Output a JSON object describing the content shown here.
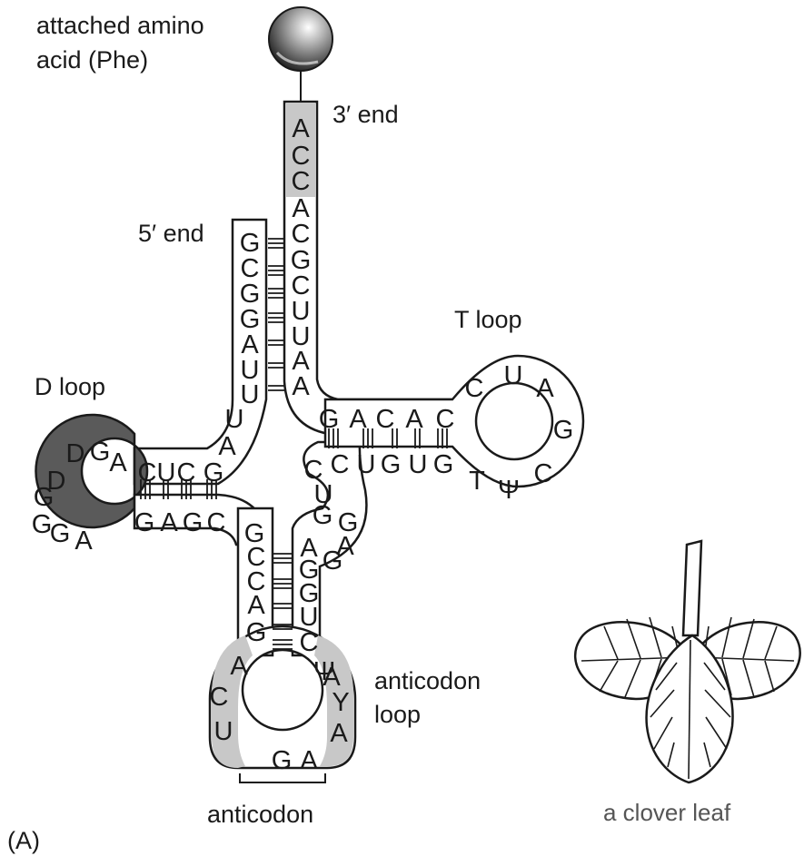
{
  "labels": {
    "amino_acid_line1": "attached amino",
    "amino_acid_line2": "acid (Phe)",
    "three_prime": "3′ end",
    "five_prime": "5′ end",
    "d_loop": "D loop",
    "t_loop": "T loop",
    "anticodon_loop_line1": "anticodon",
    "anticodon_loop_line2": "loop",
    "anticodon": "anticodon",
    "clover": "a clover leaf",
    "panel": "(A)"
  },
  "bases": {
    "acceptor_3prime": [
      "A",
      "C",
      "C",
      "A",
      "C",
      "G",
      "C",
      "U",
      "U",
      "A",
      "A"
    ],
    "acceptor_5prime": [
      "G",
      "C",
      "G",
      "G",
      "A",
      "U",
      "U",
      "U",
      "A"
    ],
    "d_stem_top": [
      "C",
      "U",
      "C",
      "G"
    ],
    "d_loop": [
      "A",
      "G",
      "D",
      "D",
      "G",
      "G",
      "G",
      "A"
    ],
    "d_stem_bottom": [
      "G",
      "A",
      "G",
      "C"
    ],
    "anticodon_stem_left": [
      "G",
      "C",
      "C",
      "A",
      "G"
    ],
    "anticodon_loop": [
      "A",
      "C",
      "U",
      "G",
      "A",
      "A",
      "Y",
      "A",
      "Ψ"
    ],
    "anticodon_stem_right": [
      "C",
      "U",
      "G",
      "G",
      "A"
    ],
    "variable_loop": [
      "G",
      "A",
      "G",
      "G",
      "U",
      "C"
    ],
    "t_stem_top": [
      "G",
      "A",
      "C",
      "A",
      "C"
    ],
    "t_loop": [
      "C",
      "U",
      "A",
      "G",
      "C",
      "Ψ",
      "T"
    ],
    "t_stem_bottom": [
      "C",
      "U",
      "G",
      "U",
      "G"
    ]
  },
  "colors": {
    "ink": "#1a1a1a",
    "d_loop_shade": "#5a5a5a",
    "light_shade": "#c8c8c8",
    "caption": "#555555"
  }
}
